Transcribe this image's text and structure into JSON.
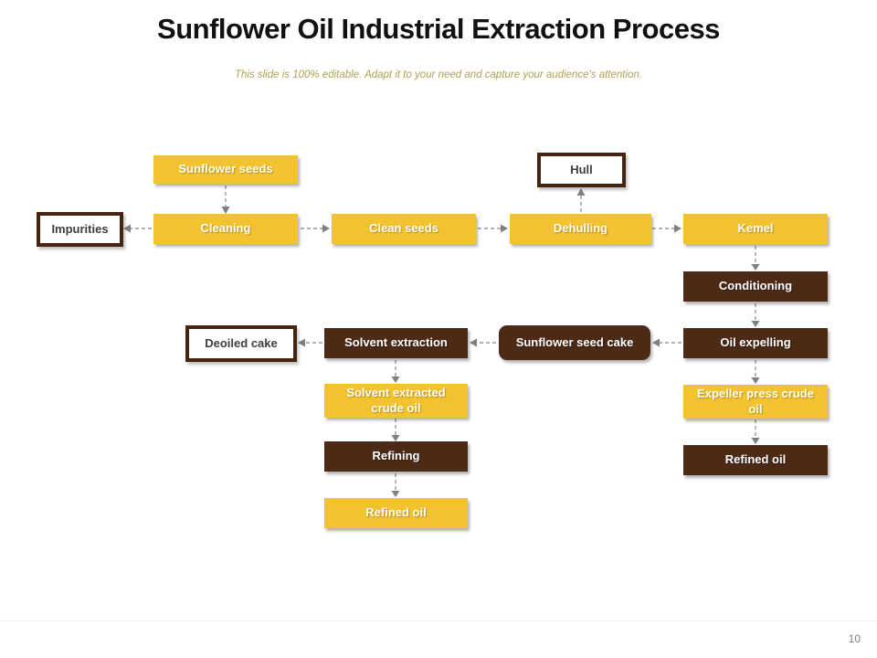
{
  "slide": {
    "title": "Sunflower Oil Industrial Extraction Process",
    "subtitle": "This slide is 100% editable. Adapt it to your need and capture your audience's attention.",
    "page_number": "10"
  },
  "colors": {
    "node_yellow": "#f2c230",
    "node_dark_brown": "#4d2a16",
    "outline_border_brown": "#46240f",
    "arrow_gray": "#999999",
    "subtitle_gold": "#b2a04e",
    "title_black": "#111111"
  },
  "nodes": {
    "sunflower_seeds": "Sunflower seeds",
    "hull": "Hull",
    "impurities": "Impurities",
    "cleaning": "Cleaning",
    "clean_seeds": "Clean seeds",
    "dehulling": "Dehulling",
    "kemel": "Kemel",
    "conditioning": "Conditioning",
    "oil_expelling": "Oil expelling",
    "expeller_press_crude_oil": "Expeller press crude oil",
    "refined_oil_press": "Refined oil",
    "deoiled_cake": "Deoiled cake",
    "solvent_extraction": "Solvent extraction",
    "sunflower_seed_cake": "Sunflower seed cake",
    "solvent_extracted_crude_oil": "Solvent extracted crude oil",
    "refining": "Refining",
    "refined_oil_solvent": "Refined oil"
  }
}
